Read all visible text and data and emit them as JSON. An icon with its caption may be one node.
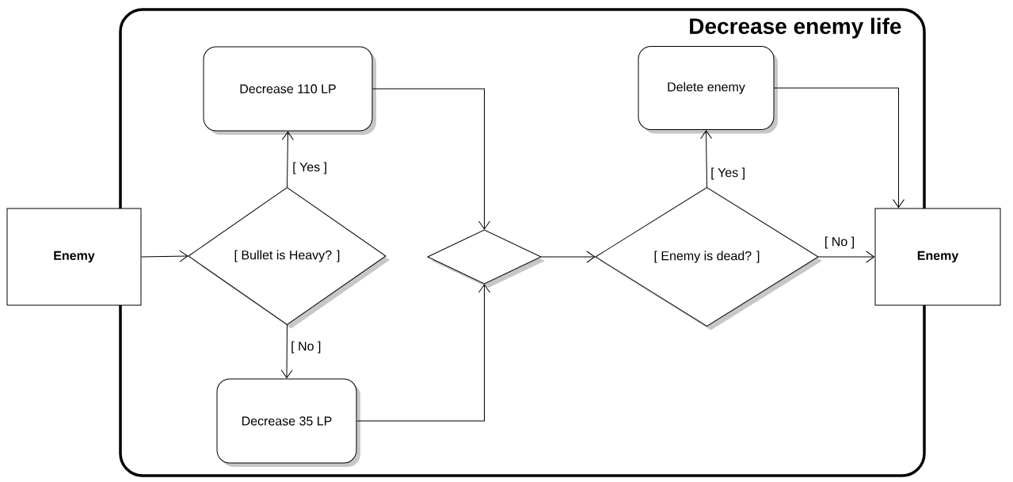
{
  "diagram": {
    "nodes": [
      {
        "text": [
          "Decrease enemy life"
        ]
      },
      {
        "text": [
          "Enemy"
        ]
      },
      {
        "text": [
          "Decrease 110 LP"
        ],
        "in": 0
      },
      {
        "text": [
          "[ Bullet is Heavy? ]"
        ],
        "in": 0
      },
      {
        "text": [
          "Decrease 35 LP"
        ],
        "in": 0
      },
      {
        "text": [],
        "shape": "diamond",
        "in": 0
      },
      {
        "text": [
          "Delete enemy"
        ],
        "in": 0
      },
      {
        "text": [
          "[ Enemy is dead? ]"
        ],
        "in": 0
      },
      {
        "text": [
          "Enemy"
        ]
      }
    ],
    "edges": [
      {
        "from": 1,
        "to": 3,
        "arrow": "to"
      },
      {
        "from": 3,
        "to": 2,
        "arrow": "to",
        "label": "[ Yes ]"
      },
      {
        "from": 3,
        "to": 4,
        "arrow": "to",
        "label": "[ No ]"
      },
      {
        "from": 2,
        "to": 5,
        "arrow": "to"
      },
      {
        "from": 4,
        "to": 5,
        "arrow": "to"
      },
      {
        "from": 5,
        "to": 7,
        "arrow": "to"
      },
      {
        "from": 7,
        "to": 6,
        "arrow": "to",
        "label": "[ Yes ]"
      },
      {
        "from": 7,
        "to": 8,
        "arrow": "to",
        "label": "[ No ]"
      },
      {
        "from": 6,
        "to": 8,
        "arrow": "to"
      }
    ]
  }
}
